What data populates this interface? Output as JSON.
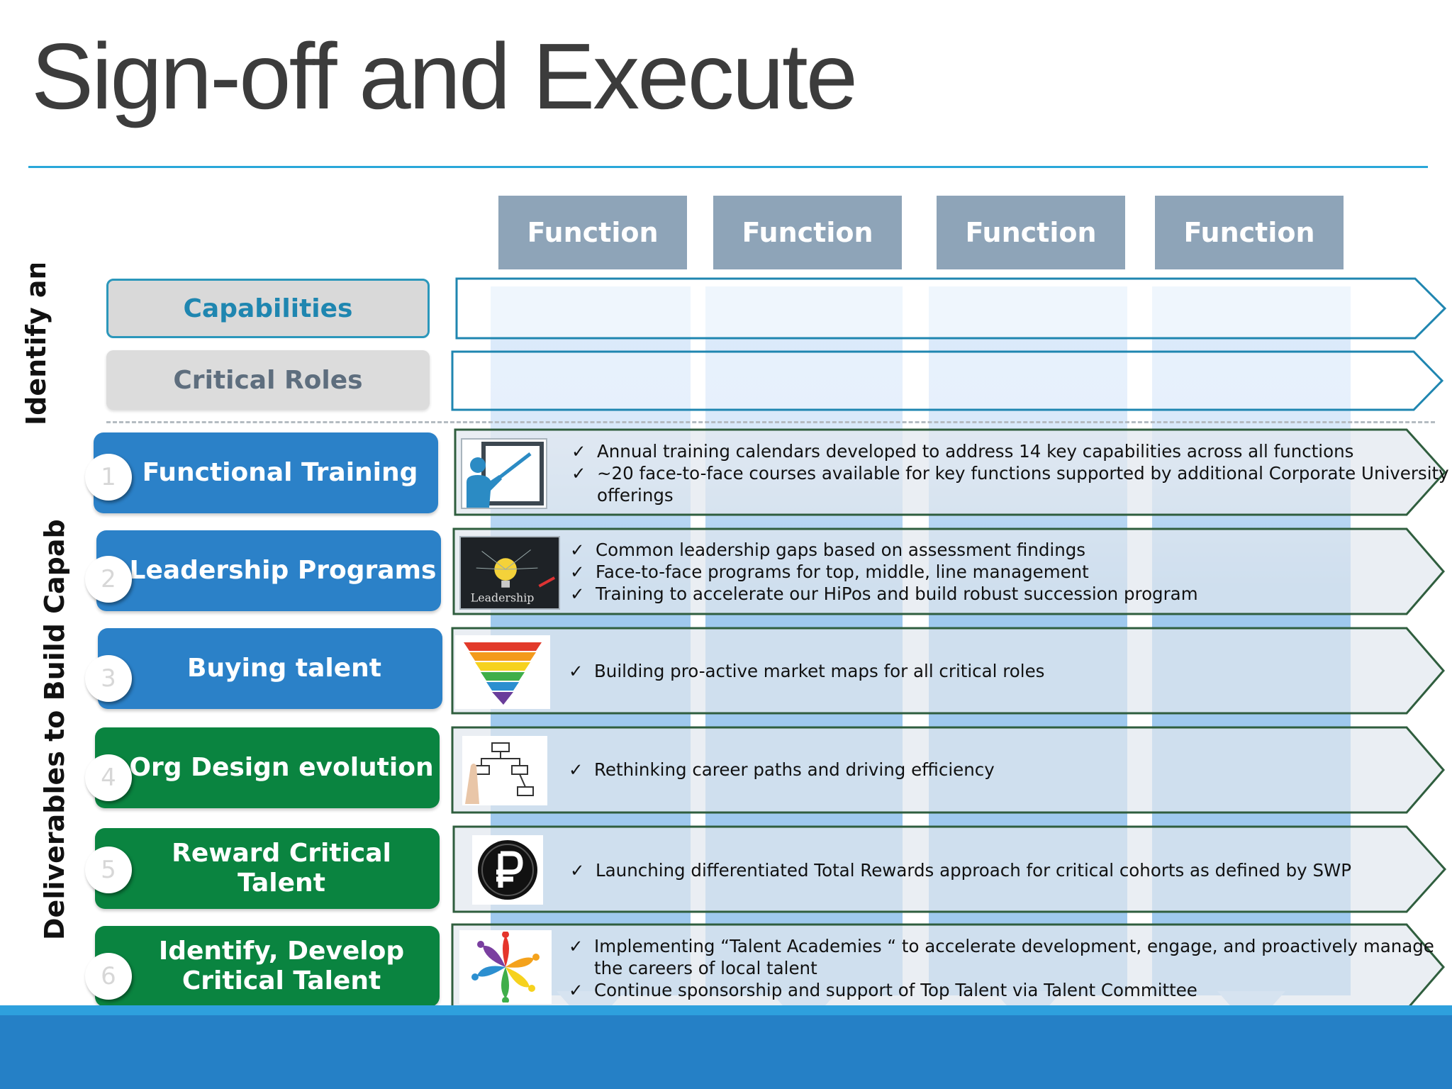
{
  "slide": {
    "title": "Sign-off and Execute"
  },
  "functions": [
    "Function",
    "Function",
    "Function",
    "Function"
  ],
  "side_labels": {
    "top": "Identify and Assess",
    "bottom": "Deliverables to Build Capability"
  },
  "assess_rows": {
    "capabilities": "Capabilities",
    "critical_roles": "Critical Roles"
  },
  "deliverables": [
    {
      "number": "1",
      "label": "Functional Training",
      "color": "blue",
      "icon": "teacher-board-icon",
      "bullets": [
        "Annual training calendars developed to address 14 key capabilities across all functions",
        "~20  face-to-face courses available for key functions supported by additional Corporate University",
        "offerings"
      ]
    },
    {
      "number": "2",
      "label": "Leadership Programs",
      "color": "blue",
      "icon": "leadership-bulb-icon",
      "icon_caption": "Leadership",
      "bullets": [
        "Common leadership gaps based on assessment findings",
        "Face-to-face programs  for top, middle, line management",
        "Training to accelerate our HiPos and build robust succession program"
      ]
    },
    {
      "number": "3",
      "label": "Buying talent",
      "color": "blue",
      "icon": "funnel-pyramid-icon",
      "bullets": [
        "Building pro-active market maps for all critical roles"
      ]
    },
    {
      "number": "4",
      "label": "Org Design evolution",
      "color": "green",
      "icon": "org-chart-sketch-icon",
      "bullets": [
        "Rethinking career paths and driving efficiency"
      ]
    },
    {
      "number": "5",
      "label": "Reward Critical Talent",
      "color": "green",
      "icon": "ruble-coin-icon",
      "bullets": [
        "Launching differentiated  Total Rewards approach for critical  cohorts as defined by SWP"
      ]
    },
    {
      "number": "6",
      "label": "Identify, Develop Critical Talent",
      "color": "green",
      "icon": "people-circle-icon",
      "bullets": [
        "Implementing “Talent Academies “ to  accelerate development, engage, and proactively manage",
        "the careers  of local talent",
        "Continue sponsorship and support of Top Talent via Talent Committee"
      ]
    }
  ],
  "colors": {
    "blue_label": "#2b81c8",
    "green_label": "#0a8440",
    "function_header": "#8ea4b8",
    "frame_teal": "#1f86b0",
    "frame_green": "#2f5e3e",
    "title_rule": "#29a7d9",
    "bottom_band": "#2580c6"
  }
}
